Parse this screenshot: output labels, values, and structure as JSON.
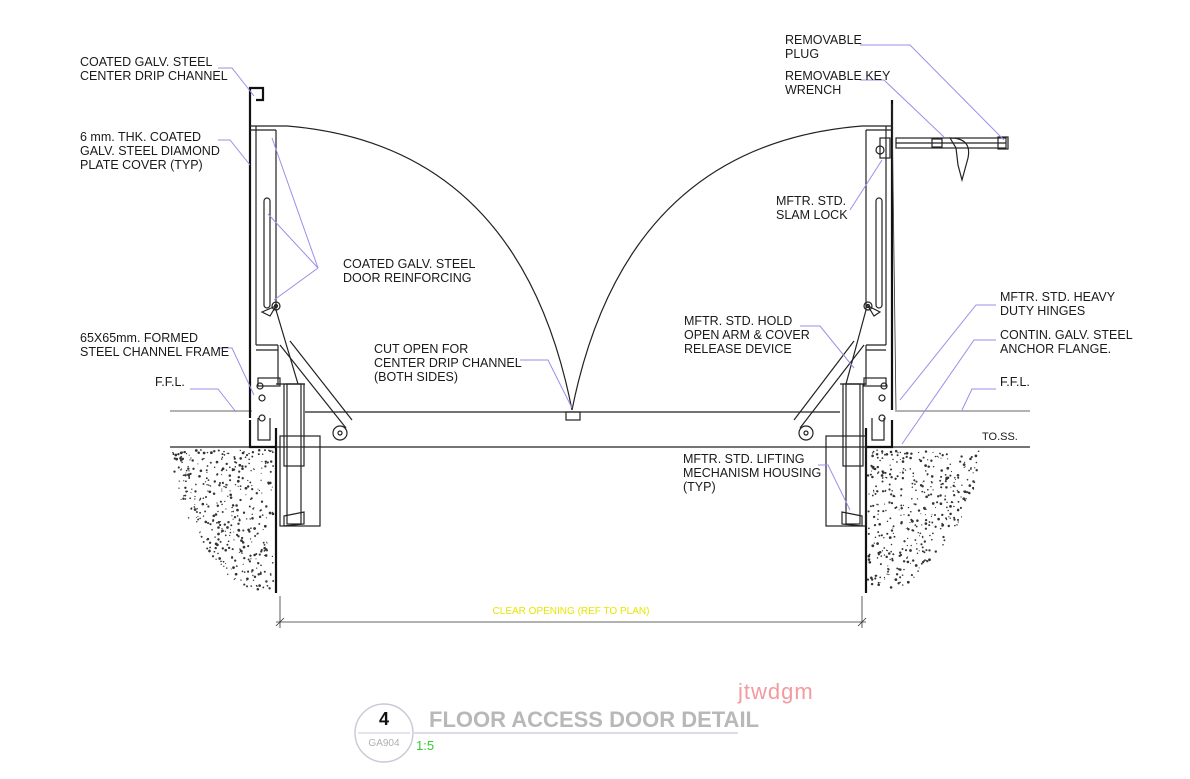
{
  "labels": {
    "center_drip_channel": [
      "COATED GALV. STEEL",
      "CENTER DRIP CHANNEL"
    ],
    "diamond_plate_cover": [
      "6 mm. THK. COATED",
      "GALV. STEEL DIAMOND",
      "PLATE COVER (TYP)"
    ],
    "door_reinforcing": [
      "COATED GALV. STEEL",
      "DOOR REINFORCING"
    ],
    "channel_frame": [
      "65X65mm. FORMED",
      "STEEL CHANNEL FRAME"
    ],
    "ffl_left": "F.F.L.",
    "cut_open": [
      "CUT OPEN FOR",
      "CENTER DRIP CHANNEL",
      "(BOTH SIDES)"
    ],
    "removable_plug": [
      "REMOVABLE",
      "PLUG"
    ],
    "removable_key": [
      "REMOVABLE KEY",
      "WRENCH"
    ],
    "slam_lock": [
      "MFTR. STD.",
      "SLAM LOCK"
    ],
    "hold_open_arm": [
      "MFTR. STD. HOLD",
      "OPEN ARM & COVER",
      "RELEASE DEVICE"
    ],
    "hinges": [
      "MFTR. STD. HEAVY",
      "DUTY HINGES"
    ],
    "anchor_flange": [
      "CONTIN. GALV. STEEL",
      "ANCHOR FLANGE."
    ],
    "ffl_right": "F.F.L.",
    "toss": "TO.SS.",
    "lifting_housing": [
      "MFTR. STD. LIFTING",
      "MECHANISM HOUSING",
      "(TYP)"
    ],
    "clear_opening": "CLEAR OPENING (REF TO PLAN)"
  },
  "title_block": {
    "detail_number": "4",
    "sheet": "GA904",
    "title": "FLOOR ACCESS DOOR DETAIL",
    "scale": "1:5"
  },
  "watermark": "jtwdgm",
  "colors": {
    "leader": "#9b8fe8",
    "title": "#b8b8b8",
    "scale": "#33cc33",
    "watermark": "#f29aa0",
    "dimension_text": "#e6e600"
  }
}
